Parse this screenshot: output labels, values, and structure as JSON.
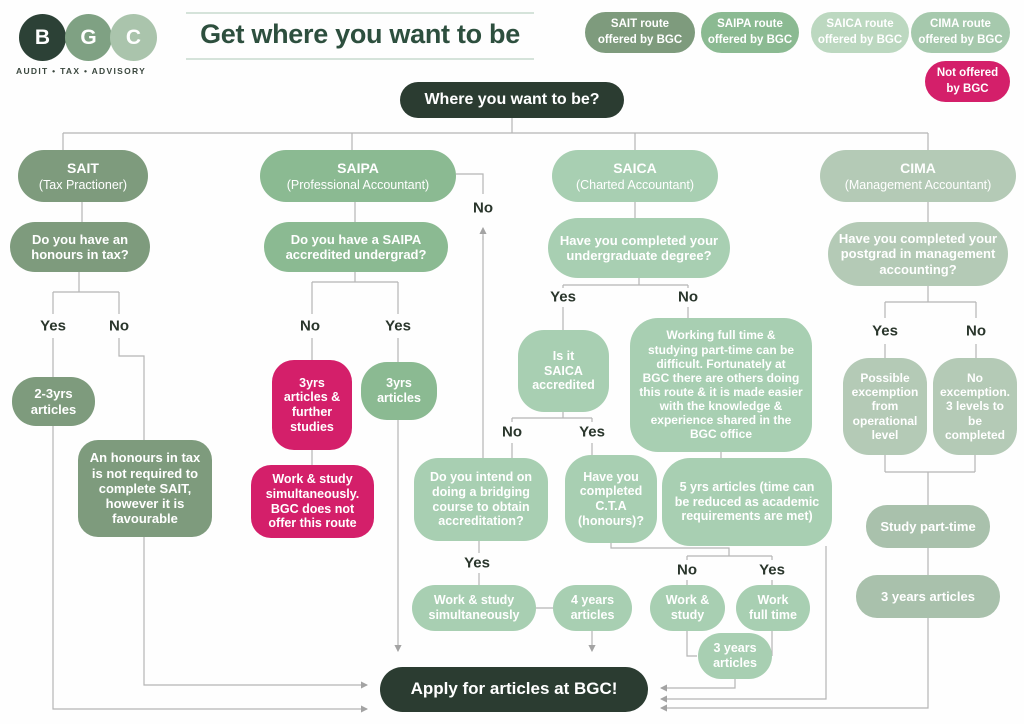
{
  "logo": {
    "letters": [
      "B",
      "G",
      "C"
    ],
    "tagline": "AUDIT • TAX • ADVISORY"
  },
  "title": "Get where you want to be",
  "legend": [
    {
      "label": "SAIT route\noffered by BGC",
      "color": "#7e9b7d"
    },
    {
      "label": "SAIPA route\noffered by BGC",
      "color": "#8bba92"
    },
    {
      "label": "SAICA route\noffered by BGC",
      "color": "#bcd8c0"
    },
    {
      "label": "CIMA route\noffered by BGC",
      "color": "#a6c9ad"
    },
    {
      "label": "Not offered\nby BGC",
      "color": "#d41f6a"
    }
  ],
  "labels": {
    "yes": "Yes",
    "no": "No"
  },
  "nodes": {
    "root": "Where you want to be?",
    "sait": {
      "title": "SAIT",
      "subtitle": "(Tax Practioner)",
      "question": "Do you have an\nhonours in tax?",
      "yes_articles": "2-3yrs\narticles",
      "no_note": "An honours in tax\nis not required to\ncomplete SAIT,\nhowever it is\nfavourable"
    },
    "saipa": {
      "title": "SAIPA",
      "subtitle": "(Professional Accountant)",
      "question": "Do you have a SAIPA\naccredited undergrad?",
      "no_articles": "3yrs\narticles &\nfurther\nstudies",
      "yes_articles": "3yrs\narticles",
      "no_note": "Work & study\nsimultaneously.\nBGC does not\noffer this route"
    },
    "saica": {
      "title": "SAICA",
      "subtitle": "(Charted Accountant)",
      "question": "Have you completed your\nundergraduate degree?",
      "accredited_q": "Is it\nSAICA\naccredited",
      "working_note": "Working full time &\nstudying part-time can be\ndifficult. Fortunately at\nBGC there are others doing\nthis route & it is made easier\nwith the knowledge &\nexperience shared in the\nBGC office",
      "five_yrs": "5 yrs articles (time can\nbe reduced as academic\nrequirements are met)",
      "bridging_q": "Do you intend on\ndoing a bridging\ncourse to obtain\naccreditation?",
      "cta_q": "Have you\ncompleted\nC.T.A\n(honours)?",
      "work_study_sim": "Work & study\nsimultaneously",
      "four_years": "4 years\narticles",
      "work_study": "Work &\nstudy",
      "work_full_time": "Work\nfull time",
      "three_years": "3 years\narticles"
    },
    "cima": {
      "title": "CIMA",
      "subtitle": "(Management Accountant)",
      "question": "Have you completed your\npostgrad in management\naccounting?",
      "yes_exemption": "Possible\nexcemption\nfrom\noperational\nlevel",
      "no_exemption": "No\nexcemption.\n3 levels to\nbe\ncompleted",
      "study_part_time": "Study part-time",
      "three_years": "3 years articles"
    },
    "apply": "Apply for articles at BGC!"
  },
  "colors": {
    "dark_green": "#2b3c31",
    "title_green": "#2d4f3e",
    "sait_green": "#7e9b7d",
    "saipa_green": "#8bba92",
    "saica_green": "#a8cfb2",
    "cima_green": "#b4cab6",
    "magenta": "#d41f6a",
    "line_gray": "#b5b5b5"
  }
}
